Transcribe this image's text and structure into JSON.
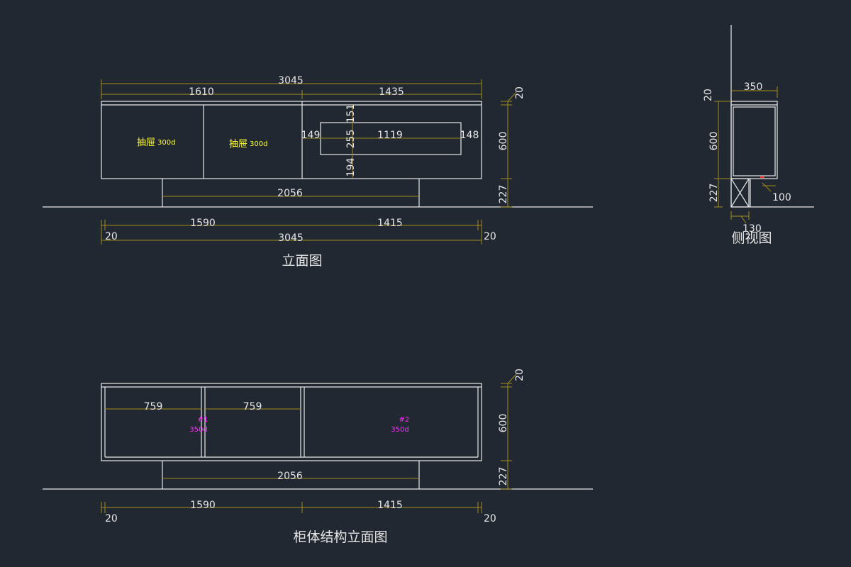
{
  "colors": {
    "background": "#222831",
    "outline": "#e8e8e8",
    "dimension": "#a08a1c",
    "drawer_label": "#ffff33",
    "cabinet_label": "#ff2cff",
    "marker": "#ff3030"
  },
  "front_view": {
    "title": "立面图",
    "dims": {
      "total_top": "3045",
      "left_part": "1610",
      "right_part": "1435",
      "height_top": "20",
      "height_body": "600",
      "height_leg": "227",
      "opening_width": "1119",
      "opening_left": "149",
      "opening_right": "148",
      "opening_top": "151",
      "opening_height": "255",
      "opening_bottom": "194",
      "leg_span": "2056",
      "bottom_left": "1590",
      "bottom_right": "1415",
      "bottom_total": "3045",
      "end_left": "20",
      "end_right": "20"
    },
    "drawer_1": {
      "label": "抽屉",
      "depth": "300d"
    },
    "drawer_2": {
      "label": "抽屉",
      "depth": "300d"
    }
  },
  "side_view": {
    "title": "侧视图",
    "dims": {
      "depth": "350",
      "top": "20",
      "body": "600",
      "leg": "227",
      "leg_offset": "100",
      "leg_width": "130"
    }
  },
  "structure_view": {
    "title": "柜体结构立面图",
    "dims": {
      "bay_1": "759",
      "bay_2": "759",
      "height_top": "20",
      "height_body": "600",
      "height_leg": "227",
      "leg_span": "2056",
      "bottom_left": "1590",
      "bottom_right": "1415",
      "end_left": "20",
      "end_right": "20"
    },
    "cabinet_1": {
      "id": "#1",
      "depth": "350d"
    },
    "cabinet_2": {
      "id": "#2",
      "depth": "350d"
    }
  }
}
